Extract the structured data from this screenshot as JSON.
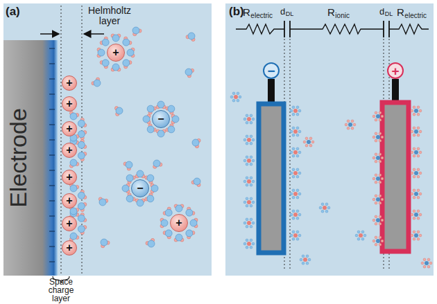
{
  "diagram": {
    "nodes": [
      {
        "text": [
          "Electrode"
        ]
      },
      {
        "text": [
          "+"
        ]
      },
      {
        "text": [
          "+"
        ]
      },
      {
        "text": [
          "+"
        ]
      },
      {
        "text": [
          "+"
        ]
      },
      {
        "text": [
          "+"
        ]
      },
      {
        "text": [
          "+"
        ]
      },
      {
        "text": [
          "+"
        ]
      },
      {
        "text": [
          "+"
        ]
      },
      {
        "text": [
          "+"
        ]
      },
      {
        "text": [
          "−"
        ]
      },
      {
        "text": [
          "−"
        ]
      },
      {
        "text": [
          "+"
        ]
      },
      {
        "text": [
          "−"
        ]
      },
      {
        "text": [
          "+"
        ]
      }
    ],
    "labels": [
      "(a)",
      "Helmholtz layer",
      "Space charge layer",
      "(b)",
      "R",
      "electric",
      "d",
      "DL",
      "R",
      "ionic",
      "d",
      "DL",
      "R",
      "electric"
    ]
  }
}
